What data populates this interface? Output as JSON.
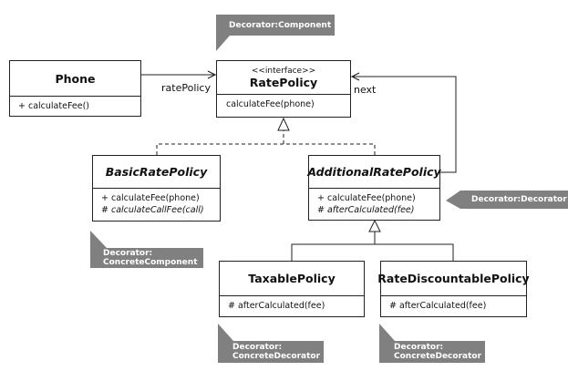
{
  "classes": {
    "phone": {
      "name": "Phone",
      "ops": [
        "+ calculateFee()"
      ]
    },
    "rate_policy": {
      "stereotype": "<<interface>>",
      "name": "RatePolicy",
      "ops": [
        "calculateFee(phone)"
      ]
    },
    "basic_rate_policy": {
      "name": "BasicRatePolicy",
      "ops": [
        "+ calculateFee(phone)",
        "# calculateCallFee(call)"
      ]
    },
    "additional_rate_policy": {
      "name": "AdditionalRatePolicy",
      "ops": [
        "+ calculateFee(phone)",
        "# afterCalculated(fee)"
      ]
    },
    "taxable_policy": {
      "name": "TaxablePolicy",
      "ops": [
        "# afterCalculated(fee)"
      ]
    },
    "rate_discountable_policy": {
      "name": "RateDiscountablePolicy",
      "ops": [
        "# afterCalculated(fee)"
      ]
    }
  },
  "labels": {
    "rate_policy_assoc": "ratePolicy",
    "next_assoc": "next"
  },
  "notes": {
    "component": "Decorator:Component",
    "decorator": "Decorator:Decorator",
    "concrete_component": [
      "Decorator:",
      "ConcreteComponent"
    ],
    "concrete_decorator_1": [
      "Decorator:",
      "ConcreteDecorator"
    ],
    "concrete_decorator_2": [
      "Decorator:",
      "ConcreteDecorator"
    ]
  },
  "colors": {
    "note_bg": "#808080",
    "line": "#222222"
  }
}
